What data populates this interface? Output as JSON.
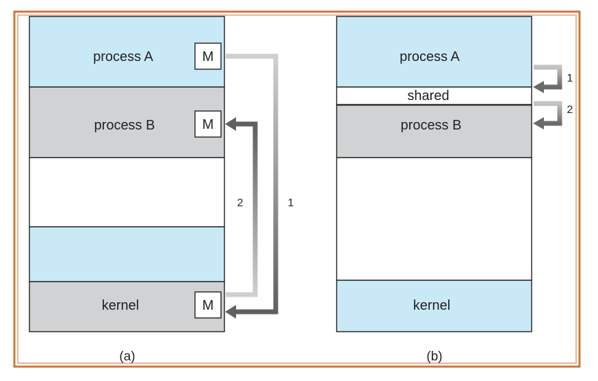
{
  "colors": {
    "frame_outer": "#c8783a",
    "frame_inner": "#e0a070",
    "process_blue": "#c9e9f7",
    "process_gray": "#d0d2d3",
    "white": "#ffffff",
    "outline": "#2b2b2b",
    "arrow_light": "#bcbcbc",
    "arrow_dark": "#6e6e6e"
  },
  "diagram_a": {
    "caption": "(a)",
    "process_a": "process A",
    "process_b": "process B",
    "kernel": "kernel",
    "message_box": "M",
    "arrow1_label": "1",
    "arrow2_label": "2"
  },
  "diagram_b": {
    "caption": "(b)",
    "process_a": "process A",
    "shared": "shared",
    "process_b": "process B",
    "kernel": "kernel",
    "arrow1_label": "1",
    "arrow2_label": "2"
  }
}
